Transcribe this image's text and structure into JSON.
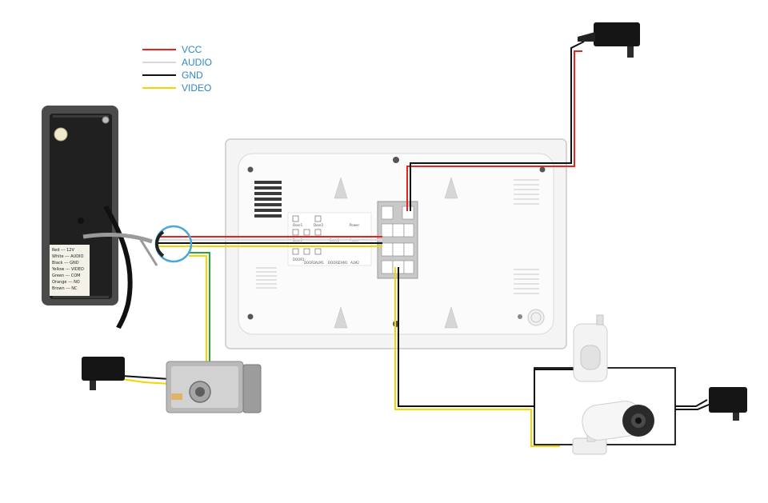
{
  "legend": {
    "items": [
      {
        "label": "VCC",
        "color": "#e8231f"
      },
      {
        "label": "AUDIO",
        "color": "#d8d8d8"
      },
      {
        "label": "GND",
        "color": "#111111"
      },
      {
        "label": "VIDEO",
        "color": "#f2d600"
      }
    ]
  },
  "wire_colors": {
    "vcc": "#e8231f",
    "audio": "#d8d8d8",
    "gnd": "#111111",
    "video": "#f2d600",
    "lock": "#2aa339"
  },
  "outdoor_unit": {
    "sticker_lines": [
      "Red --- 12V",
      "White --- AUDIO",
      "Black --- GND",
      "Yellow --- VIDEO",
      "Green --- COM",
      "Orange --- NO",
      "Brown --- NC"
    ]
  },
  "monitor": {
    "port_labels": [
      "Door1",
      "Door2",
      "Power",
      "Door1",
      "Door2",
      "Power",
      "DOOR1",
      "DOOR2",
      "ALM1",
      "DOOR2",
      "CAM1",
      "ALM2"
    ]
  }
}
